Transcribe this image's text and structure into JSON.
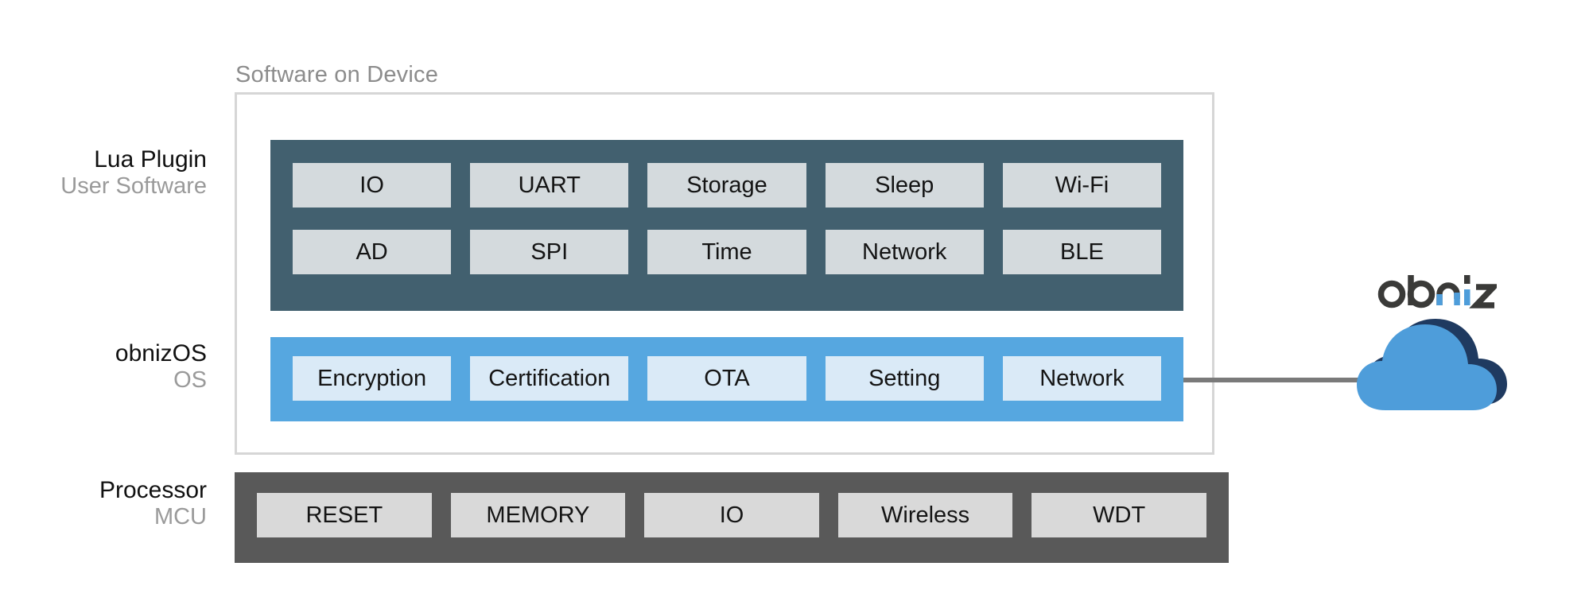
{
  "diagram": {
    "section_caption": "Software on Device",
    "rows": [
      {
        "id": "lua",
        "primary_label": "Lua Plugin",
        "secondary_label": "User Software",
        "band_color": "#42606f",
        "chip_color": "#d4dadd",
        "chip_rows": [
          [
            "IO",
            "UART",
            "Storage",
            "Sleep",
            "Wi-Fi"
          ],
          [
            "AD",
            "SPI",
            "Time",
            "Network",
            "BLE"
          ]
        ]
      },
      {
        "id": "obnizos",
        "primary_label": "obnizOS",
        "secondary_label": "OS",
        "band_color": "#56a7e0",
        "chip_color": "#daeaf7",
        "chip_rows": [
          [
            "Encryption",
            "Certification",
            "OTA",
            "Setting",
            "Network"
          ]
        ]
      },
      {
        "id": "mcu",
        "primary_label": "Processor",
        "secondary_label": "MCU",
        "band_color": "#595959",
        "chip_color": "#d9d9d9",
        "chip_rows": [
          [
            "RESET",
            "MEMORY",
            "IO",
            "Wireless",
            "WDT"
          ]
        ]
      }
    ],
    "cloud": {
      "logo_text": "obniz",
      "logo_dark_color": "#3a3a38",
      "logo_accent_color": "#4e9dda",
      "cloud_fill": "#4e9dda",
      "cloud_shadow": "#1f3a60"
    },
    "connector_color": "#7a7a7a",
    "frame_border_color": "#d6d6d6",
    "caption_color": "#8c8c8c"
  }
}
